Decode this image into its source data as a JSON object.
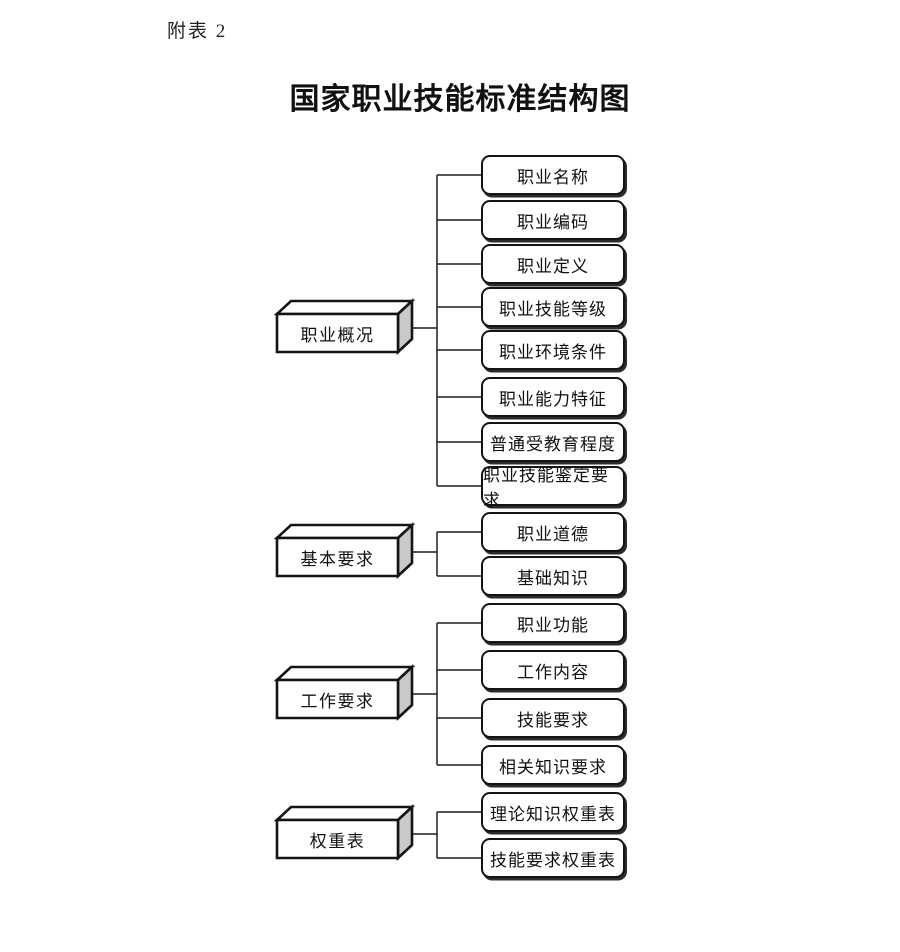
{
  "header": {
    "doc_label": "附表 2",
    "title": "国家职业技能标准结构图"
  },
  "diagram": {
    "groups": [
      {
        "parent": "职业概况",
        "children": [
          "职业名称",
          "职业编码",
          "职业定义",
          "职业技能等级",
          "职业环境条件",
          "职业能力特征",
          "普通受教育程度",
          "职业技能鉴定要求"
        ]
      },
      {
        "parent": "基本要求",
        "children": [
          "职业道德",
          "基础知识"
        ]
      },
      {
        "parent": "工作要求",
        "children": [
          "职业功能",
          "工作内容",
          "技能要求",
          "相关知识要求"
        ]
      },
      {
        "parent": "权重表",
        "children": [
          "理论知识权重表",
          "技能要求权重表"
        ]
      }
    ],
    "colors": {
      "background": "#ffffff",
      "box_border": "#141414",
      "connector": "#1f1f1f",
      "side_face_gray": "#c9c9c9",
      "text": "#1a1a1a"
    }
  }
}
